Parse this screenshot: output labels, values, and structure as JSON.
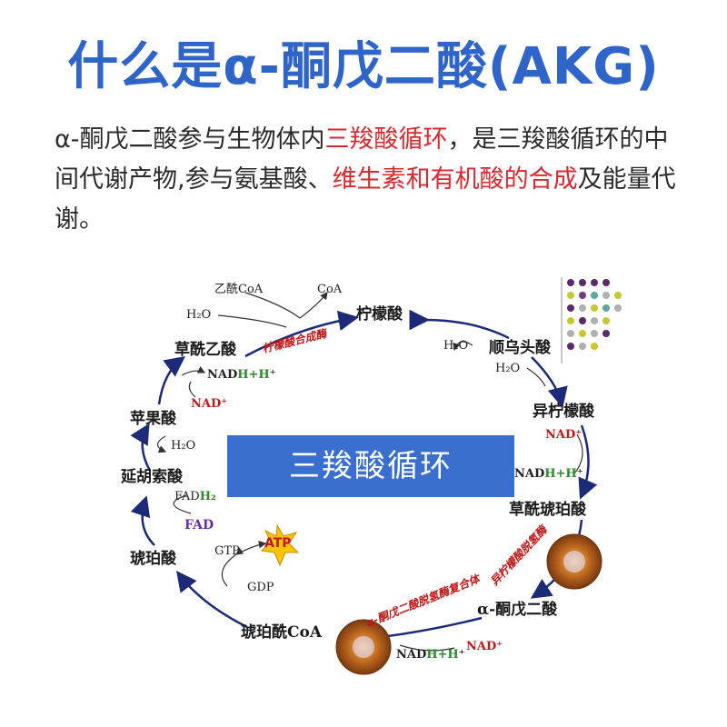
{
  "title": "什么是α-酮戊二酸(AKG)",
  "intro": {
    "p1": "α-酮戊二酸参与生物体内",
    "p2": "三羧酸循环",
    "p3": "，是三羧酸循环的中间代谢产物,参与氨基酸、",
    "p4": "维生素和有机酸的合成",
    "p5": "及能量代谢。"
  },
  "center_label": "三羧酸循环",
  "nodes": {
    "citrate": "柠檬酸",
    "cis_aconitate": "顺乌头酸",
    "isocitrate": "异柠檬酸",
    "oxalosuccinate": "草酰琥珀酸",
    "akg": "α-酮戊二酸",
    "succinyl_coa": "琥珀酰CoA",
    "succinate": "琥珀酸",
    "fumarate": "延胡索酸",
    "malate": "苹果酸",
    "oxaloacetate": "草酰乙酸"
  },
  "cofactors": {
    "acetyl_coa": "乙酰CoA",
    "coa": "CoA",
    "h2o": "H₂O",
    "nad_plus": "NAD⁺",
    "nadh_prefix": "NAD",
    "nadh_h": "H+H",
    "nadh_plus": "⁺",
    "fad": "FAD",
    "fadh2_prefix": "FAD",
    "fadh2_h": "H₂",
    "gtp": "GTP",
    "gdp": "GDP",
    "atp": "ATP"
  },
  "enzymes": {
    "citrate_synthase": "柠檬酸合成酶",
    "isocitrate_dh": "异柠檬酸脱氢酶",
    "akg_dh_complex": "α-酮戊二酸脱氢酶复合体"
  },
  "colors": {
    "title": "#2f64c9",
    "highlight": "#d9292f",
    "center_box": "#3a6fd0",
    "cycle_arrow": "#1c2a78"
  }
}
